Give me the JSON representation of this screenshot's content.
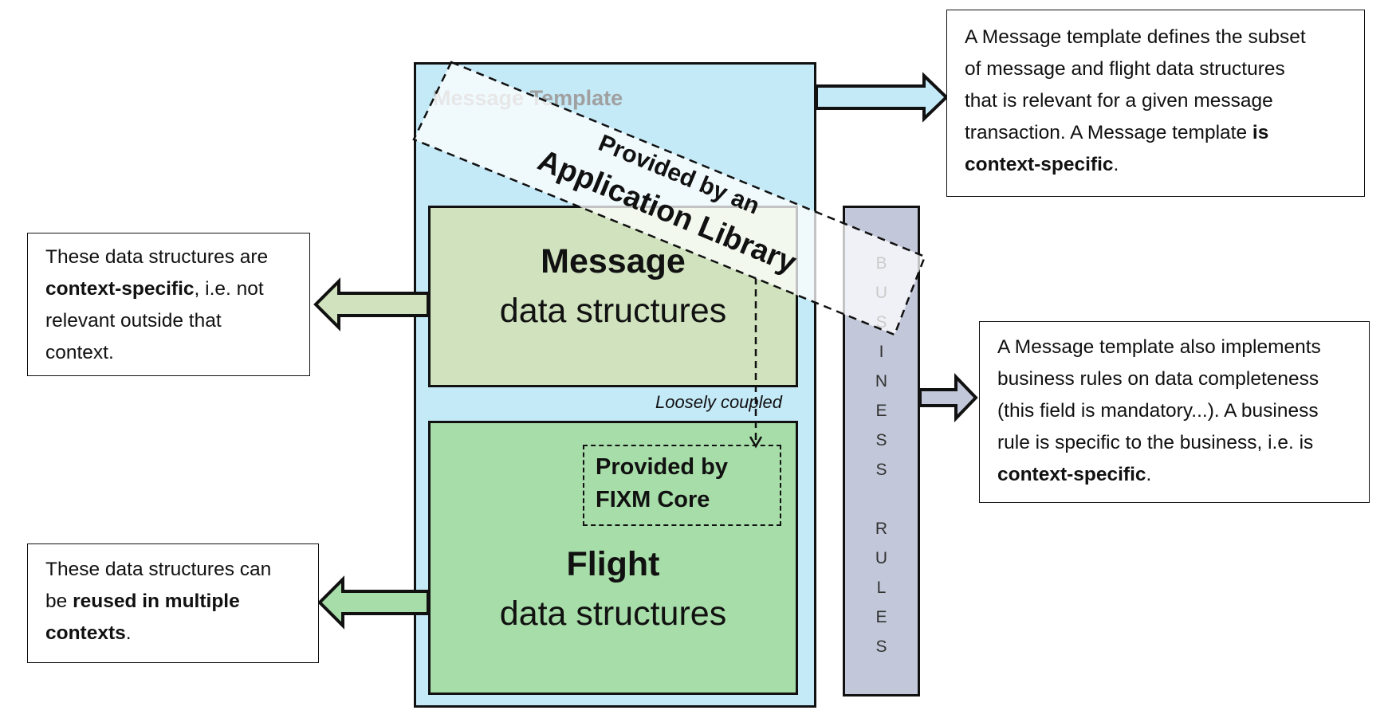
{
  "template_label": "Message Template",
  "message": {
    "title": "Message",
    "subtitle": "data structures"
  },
  "flight": {
    "title": "Flight",
    "subtitle": "data structures"
  },
  "fixm": {
    "line1": "Provided by",
    "line2": "FIXM Core"
  },
  "loosely_coupled": "Loosely coupled",
  "library": {
    "line1": "Provided by an",
    "line2": "Application Library"
  },
  "rules_letters": [
    "B",
    "U",
    "S",
    "I",
    "N",
    "E",
    "S",
    "S",
    "",
    "R",
    "U",
    "L",
    "E",
    "S"
  ],
  "callout_template": {
    "l1": "A Message template defines the subset",
    "l2": "of message and flight data structures",
    "l3": "that is relevant for a given message",
    "l4": "transaction. A Message template",
    "l4_bold": "is",
    "l5_bold": "context-specific",
    "l5_end": "."
  },
  "callout_rules": {
    "l1": "A Message template also implements",
    "l2": "business rules on data completeness",
    "l3": "(this field is mandatory...). A business",
    "l4": "rule is specific to the business, i.e. is",
    "l5_bold": "context-specific",
    "l5_end": "."
  },
  "callout_message": {
    "l1": "These data structures are",
    "l2_bold": "context-specific",
    "l2_end": ", i.e. not",
    "l3": "relevant outside that",
    "l4": "context."
  },
  "callout_flight": {
    "l1": "These data structures can",
    "l2_start": "be",
    "l2_bold": "reused in multiple",
    "l3_bold": "contexts",
    "l3_end": "."
  },
  "colors": {
    "template_fill": "#c4e9f7",
    "message_fill": "#d0e3be",
    "flight_fill": "#a7dda8",
    "rules_fill": "#c2c8d9"
  }
}
